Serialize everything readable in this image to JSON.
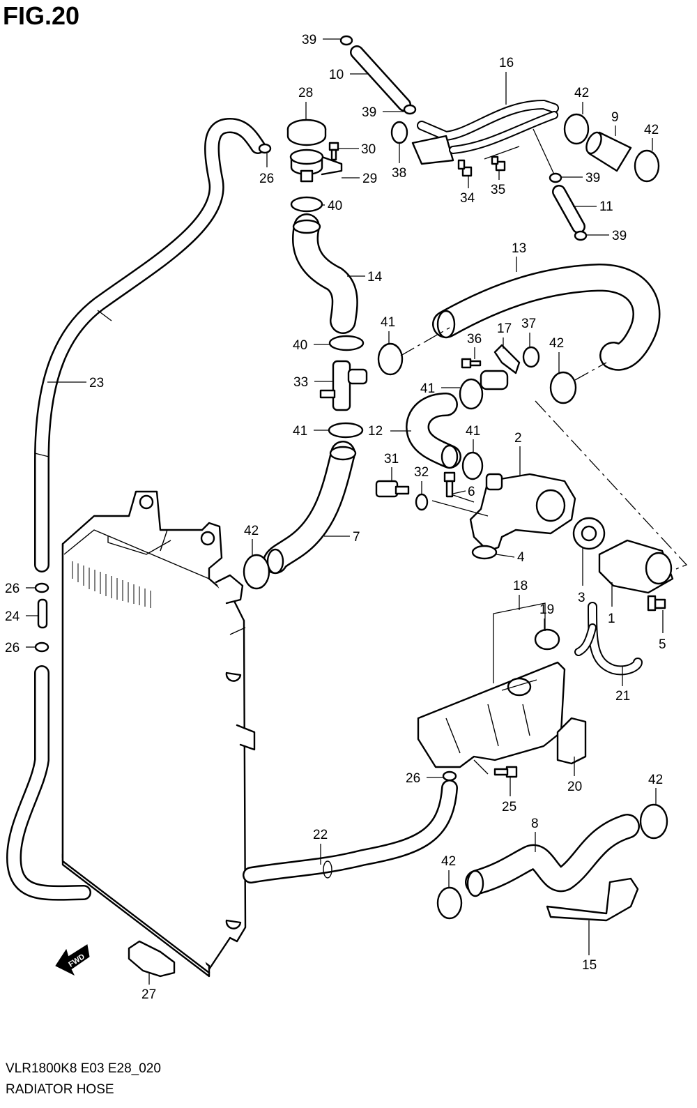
{
  "figure": {
    "title": "FIG.20",
    "model_code": "VLR1800K8 E03 E28_020",
    "name": "RADIATOR HOSE",
    "fwd_label": "FWD"
  },
  "callouts": [
    {
      "id": "c1",
      "label": "1"
    },
    {
      "id": "c2",
      "label": "2"
    },
    {
      "id": "c3",
      "label": "3"
    },
    {
      "id": "c4",
      "label": "4"
    },
    {
      "id": "c5",
      "label": "5"
    },
    {
      "id": "c6",
      "label": "6"
    },
    {
      "id": "c7",
      "label": "7"
    },
    {
      "id": "c8",
      "label": "8"
    },
    {
      "id": "c9",
      "label": "9"
    },
    {
      "id": "c10",
      "label": "10"
    },
    {
      "id": "c11",
      "label": "11"
    },
    {
      "id": "c12",
      "label": "12"
    },
    {
      "id": "c13",
      "label": "13"
    },
    {
      "id": "c14",
      "label": "14"
    },
    {
      "id": "c15",
      "label": "15"
    },
    {
      "id": "c16",
      "label": "16"
    },
    {
      "id": "c17",
      "label": "17"
    },
    {
      "id": "c18",
      "label": "18"
    },
    {
      "id": "c19",
      "label": "19"
    },
    {
      "id": "c20",
      "label": "20"
    },
    {
      "id": "c21",
      "label": "21"
    },
    {
      "id": "c22",
      "label": "22"
    },
    {
      "id": "c23",
      "label": "23"
    },
    {
      "id": "c24",
      "label": "24"
    },
    {
      "id": "c25",
      "label": "25"
    },
    {
      "id": "c26a",
      "label": "26"
    },
    {
      "id": "c26b",
      "label": "26"
    },
    {
      "id": "c26c",
      "label": "26"
    },
    {
      "id": "c26d",
      "label": "26"
    },
    {
      "id": "c27",
      "label": "27"
    },
    {
      "id": "c28",
      "label": "28"
    },
    {
      "id": "c29",
      "label": "29"
    },
    {
      "id": "c30",
      "label": "30"
    },
    {
      "id": "c31",
      "label": "31"
    },
    {
      "id": "c32",
      "label": "32"
    },
    {
      "id": "c33",
      "label": "33"
    },
    {
      "id": "c34",
      "label": "34"
    },
    {
      "id": "c35",
      "label": "35"
    },
    {
      "id": "c36",
      "label": "36"
    },
    {
      "id": "c37",
      "label": "37"
    },
    {
      "id": "c38",
      "label": "38"
    },
    {
      "id": "c39a",
      "label": "39"
    },
    {
      "id": "c39b",
      "label": "39"
    },
    {
      "id": "c39c",
      "label": "39"
    },
    {
      "id": "c39d",
      "label": "39"
    },
    {
      "id": "c40a",
      "label": "40"
    },
    {
      "id": "c40b",
      "label": "40"
    },
    {
      "id": "c41a",
      "label": "41"
    },
    {
      "id": "c41b",
      "label": "41"
    },
    {
      "id": "c41c",
      "label": "41"
    },
    {
      "id": "c41d",
      "label": "41"
    },
    {
      "id": "c42a",
      "label": "42"
    },
    {
      "id": "c42b",
      "label": "42"
    },
    {
      "id": "c42c",
      "label": "42"
    },
    {
      "id": "c42d",
      "label": "42"
    },
    {
      "id": "c42e",
      "label": "42"
    },
    {
      "id": "c42f",
      "label": "42"
    }
  ]
}
